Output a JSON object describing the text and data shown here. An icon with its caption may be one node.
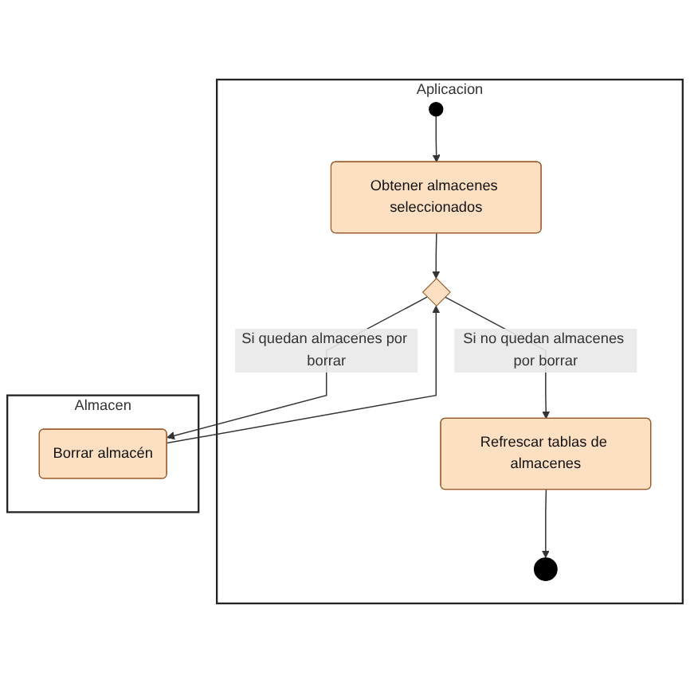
{
  "diagram": {
    "nodes": [
      {
        "text": [
          "Aplicacion"
        ]
      },
      {
        "text": [
          "Almacen"
        ]
      },
      {
        "text": [],
        "shape": "circle",
        "in": 0
      },
      {
        "text": [
          "Obtener almacenes seleccionados"
        ],
        "in": 0
      },
      {
        "text": [],
        "shape": "diamond",
        "in": 0
      },
      {
        "text": [
          "Borrar almacén"
        ],
        "in": 1
      },
      {
        "text": [
          "Refrescar tablas de almacenes"
        ],
        "in": 0
      },
      {
        "text": [],
        "shape": "circle",
        "in": 0
      }
    ],
    "edges": [
      {
        "from": 2,
        "to": 3,
        "arrow": "to"
      },
      {
        "from": 3,
        "to": 4,
        "arrow": "to"
      },
      {
        "from": 4,
        "to": 5,
        "arrow": "to",
        "label": "Si quedan almacenes por borrar"
      },
      {
        "from": 5,
        "to": 4,
        "arrow": "to"
      },
      {
        "from": 4,
        "to": 6,
        "arrow": "to",
        "label": "Si no quedan almacenes por borrar"
      },
      {
        "from": 6,
        "to": 7,
        "arrow": "to"
      }
    ]
  }
}
